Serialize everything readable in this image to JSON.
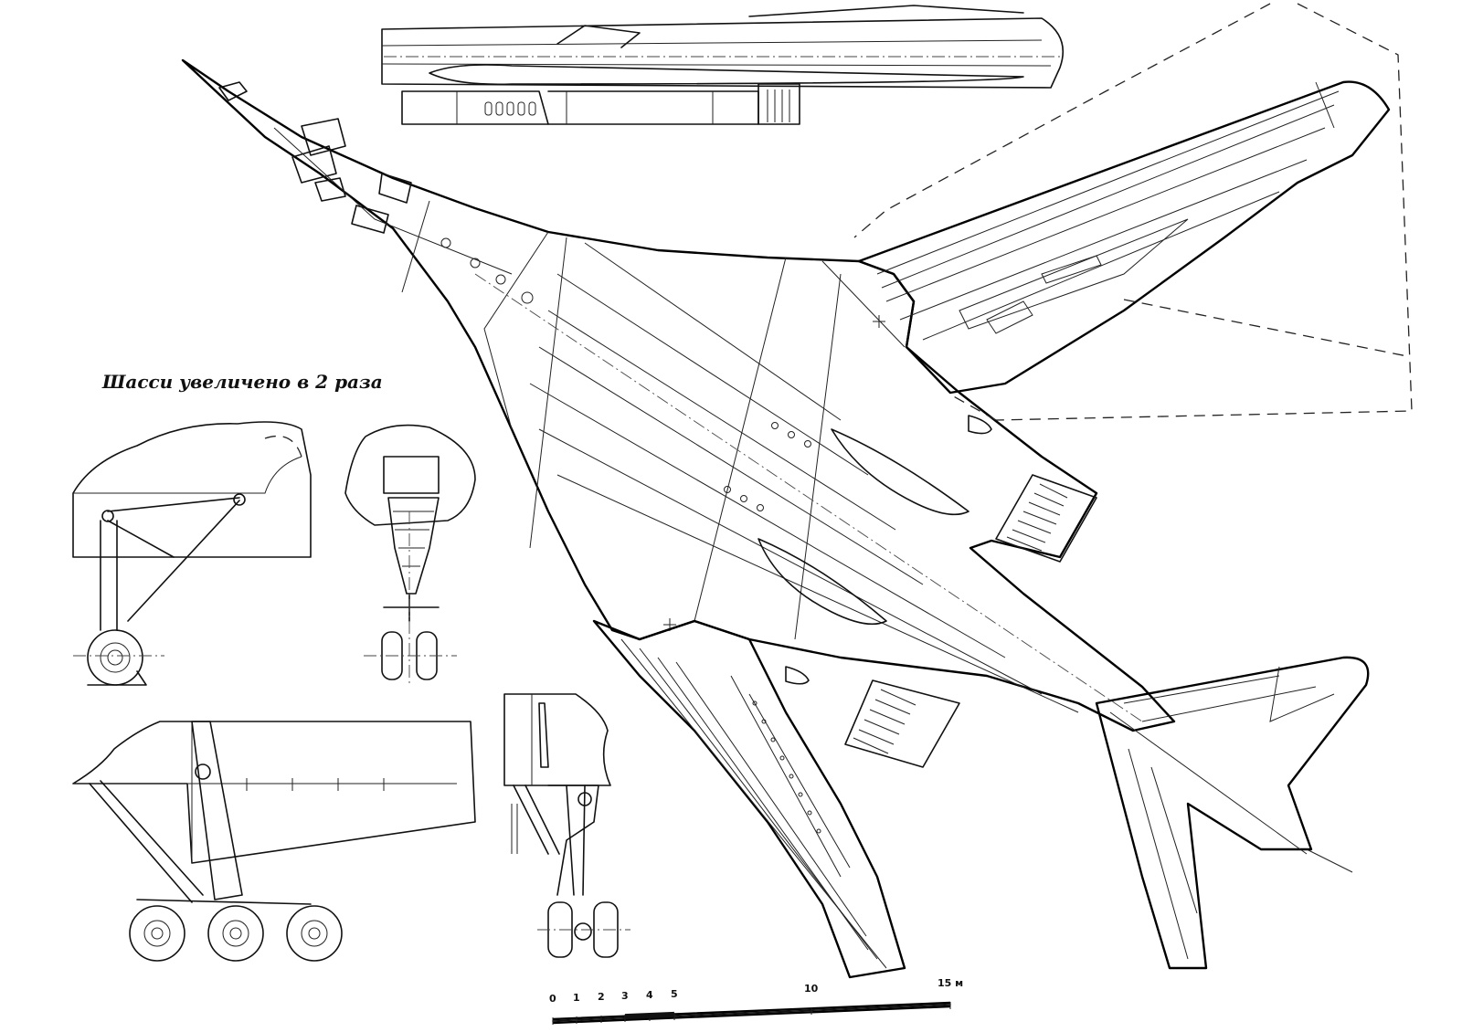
{
  "caption": "Шасси увеличено в 2 раза",
  "scale": {
    "ticks": [
      "0",
      "1",
      "2",
      "3",
      "4",
      "5",
      "10"
    ],
    "end_label": "15 м"
  }
}
